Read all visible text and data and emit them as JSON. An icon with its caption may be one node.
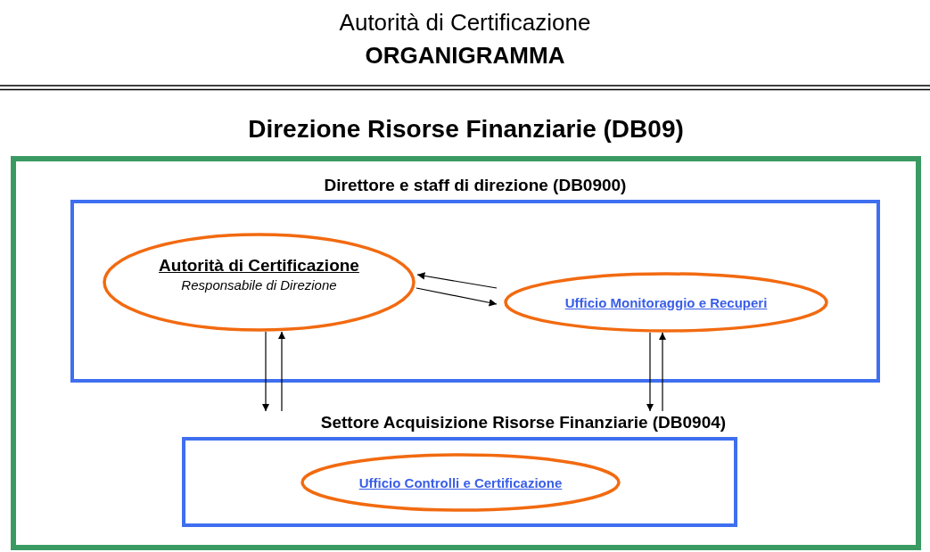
{
  "diagram": {
    "title": "Autorità di Certificazione",
    "labels": [
      "ORGANIGRAMMA"
    ],
    "nodes": [
      {
        "text": [
          "Direzione Risorse Finanziarie (DB09)"
        ]
      },
      {
        "text": [
          "Direttore e staff di direzione (DB0900)"
        ],
        "in": 0
      },
      {
        "text": [
          "Autorità di Certificazione",
          "Responsabile di Direzione"
        ],
        "in": 1
      },
      {
        "text": [
          "Ufficio Monitoraggio e Recuperi"
        ],
        "in": 1
      },
      {
        "text": [
          "Settore Acquisizione Risorse Finanziarie (DB0904)"
        ],
        "in": 0
      },
      {
        "text": [
          "Ufficio Controlli e Certificazione"
        ],
        "in": 4
      }
    ],
    "edges": [
      {
        "from": 2,
        "to": 3,
        "arrow": "to"
      },
      {
        "from": 3,
        "to": 2,
        "arrow": "to"
      },
      {
        "from": 2,
        "to": 4,
        "arrow": "to"
      },
      {
        "from": 4,
        "to": 2,
        "arrow": "to"
      },
      {
        "from": 3,
        "to": 4,
        "arrow": "to"
      },
      {
        "from": 4,
        "to": 3,
        "arrow": "to"
      }
    ]
  }
}
